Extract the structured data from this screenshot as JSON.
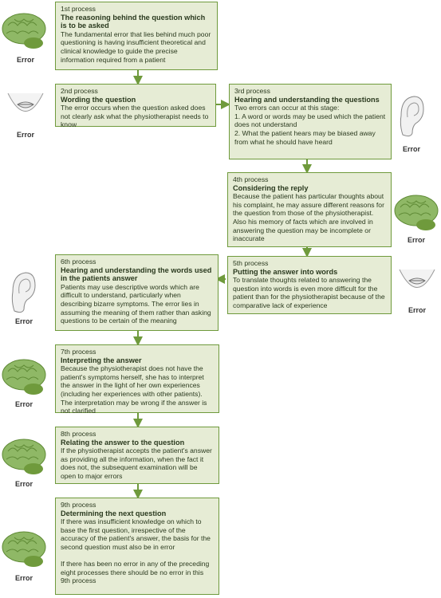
{
  "error_label": "Error",
  "colors": {
    "box_fill": "#e6ecd5",
    "box_border": "#6f9a3c",
    "arrow": "#6f9a3c",
    "brain": "#8fb866"
  },
  "processes": [
    {
      "step": "1st process",
      "title": "The reasoning behind the question which is to be asked",
      "body": "The fundamental error that lies behind much poor questioning is having insufficient theoretical and clinical knowledge to guide the precise information required from a patient",
      "icon": "brain-icon"
    },
    {
      "step": "2nd process",
      "title": "Wording the question",
      "body": "The error occurs when the question asked does not clearly ask what the physiotherapist needs to know",
      "icon": "mouth-icon"
    },
    {
      "step": "3rd process",
      "title": "Hearing and understanding the questions",
      "body": "Two errors can occur at this stage:\n1. A word or words may be used which the patient does not understand\n2. What the patient hears may be biased away from what he should have heard",
      "icon": "ear-icon"
    },
    {
      "step": "4th process",
      "title": "Considering the reply",
      "body": "Because the patient has particular thoughts about his complaint, he may assure different reasons for the question from those of the physiotherapist. Also his memory of facts which are involved in answering the question may be incomplete or inaccurate",
      "icon": "brain-icon"
    },
    {
      "step": "5th process",
      "title": "Putting the answer into words",
      "body": "To translate thoughts related to answering the question into words is even more difficult for the patient than for the physiotherapist because of the comparative lack of experience",
      "icon": "mouth-icon"
    },
    {
      "step": "6th process",
      "title": "Hearing and understanding the words used in the patients answer",
      "body": "Patients may use descriptive words which are difficult to understand, particularly when describing bizarre symptoms. The error lies in assuming the meaning of them rather than asking questions to be certain of the meaning",
      "icon": "ear-icon"
    },
    {
      "step": "7th process",
      "title": "Interpreting the answer",
      "body": "Because the physiotherapist does not have the patient's symptoms herself, she has to interpret the answer in the light of her own experiences (including her experiences with other patients). The interpretation may be wrong if the answer is not clarified",
      "icon": "brain-icon"
    },
    {
      "step": "8th process",
      "title": "Relating the answer to the question",
      "body": "If the physiotherapist accepts the patient's answer as providing all the information, when the fact it does not, the subsequent examination will be open to major errors",
      "icon": "brain-icon"
    },
    {
      "step": "9th process",
      "title": "Determining the next question",
      "body": "If there was insufficient knowledge on which to base the first question, irrespective of the accuracy of the patient's answer, the basis for the second question must also be in error\n\nIf there has been no error in any of the preceding eight processes there should be no error in this 9th process",
      "icon": "brain-icon"
    }
  ]
}
